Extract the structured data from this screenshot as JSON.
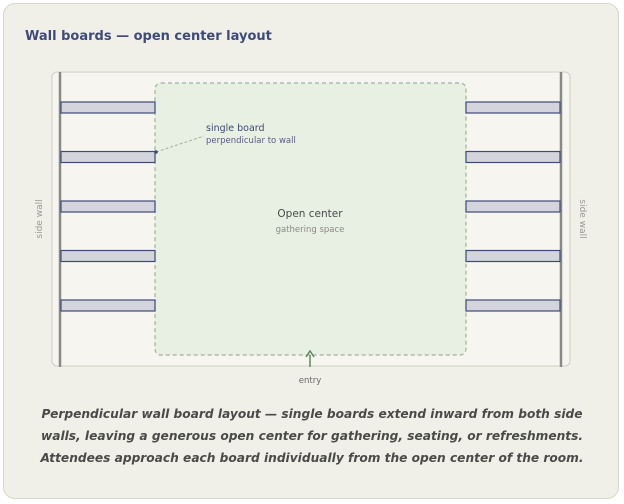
{
  "title": "Wall boards — open center layout",
  "left_wall_label": "side wall",
  "right_wall_label": "side wall",
  "board_annotation": {
    "title": "single board",
    "subtitle": "perpendicular to wall"
  },
  "center": {
    "title": "Open center",
    "subtitle": "gathering space"
  },
  "entry_label": "entry",
  "boards_per_wall": 5,
  "caption": "Perpendicular wall board layout — single boards extend inward from both side walls, leaving a generous open center for gathering, seating, or refreshments. Attendees approach each board individually from the open center of the room.",
  "colors": {
    "title": "#3f4a78",
    "board_fill": "#d4d4dd",
    "board_stroke": "#3f4a78",
    "wall": "#8a8a84",
    "center_fill": "#e8efe3",
    "center_stroke": "#9eb59a",
    "entry_arrow": "#5f8a5c"
  }
}
